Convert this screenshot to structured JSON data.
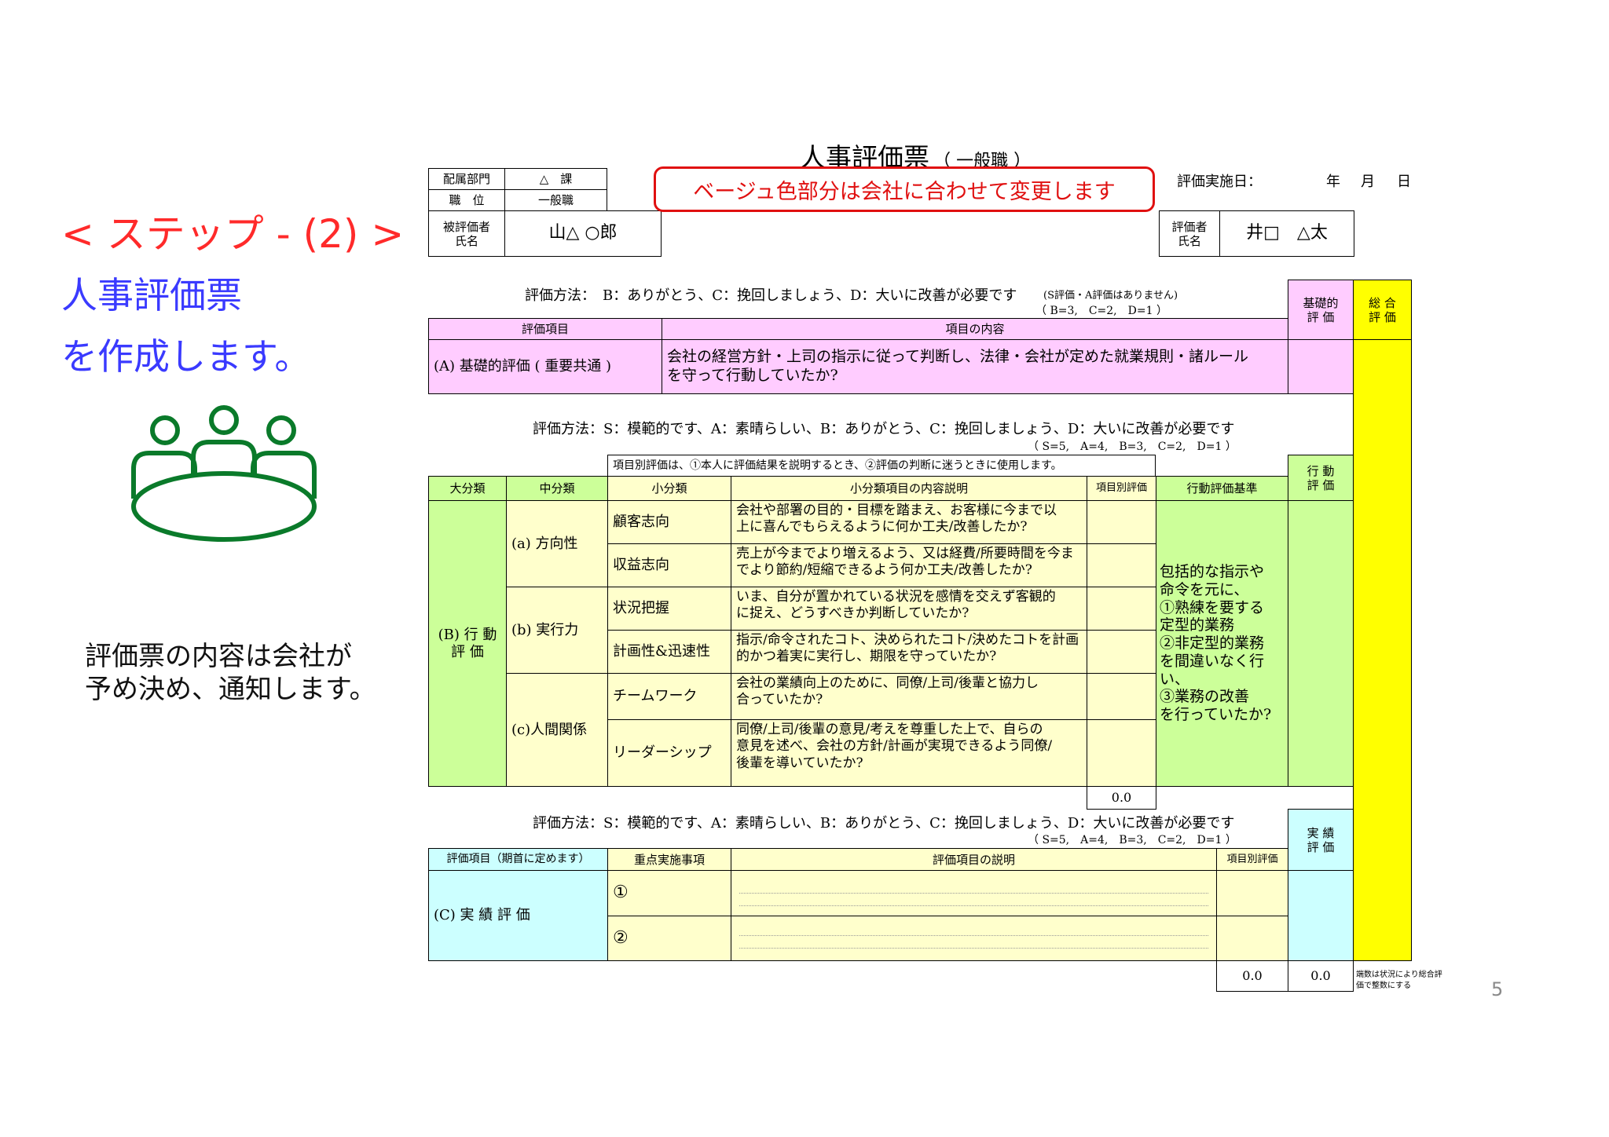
{
  "left_panel": {
    "step_title": "< ステップ - (2) >",
    "heading_line1": "人事評価票",
    "heading_line2": "を作成します。",
    "icon": "meeting-icon",
    "note_line1": "評価票の内容は会社が",
    "note_line2": "予め決め、通知します。"
  },
  "form": {
    "title": "人事評価票",
    "title_suffix": "（ 一般職 ）",
    "callout": "ベージュ色部分は会社に合わせて変更します",
    "header": {
      "dept_label": "配属部門",
      "dept_value": "△　課",
      "position_label": "職　位",
      "position_value": "一般職",
      "evaluee_label1": "被評価者",
      "evaluee_label2": "氏名",
      "evaluee_value": "山△ ○郎",
      "date_label": "評価実施日：",
      "date_year": "年",
      "date_month": "月",
      "date_day": "日",
      "evaluator_label1": "評価者",
      "evaluator_label2": "氏名",
      "evaluator_value": "井□　△太"
    },
    "section_a": {
      "method": "評価方法：　B：ありがとう、C：挽回しましょう、D：大いに改善が必要です",
      "method_note": "(S評価・A評価はありません)",
      "scale": "（ B=3,　C=2,　D=1 ）",
      "col_item": "評価項目",
      "col_content": "項目の内容",
      "col_basic_1": "基礎的",
      "col_basic_2": "評 価",
      "col_total_1": "総 合",
      "col_total_2": "評 価",
      "row_item": "(A) 基礎的評価 ( 重要共通 )",
      "row_content_1": "会社の経営方針・上司の指示に従って判断し、法律・会社が定めた就業規則・諸ルール",
      "row_content_2": "を守って行動していたか?"
    },
    "section_b": {
      "method": "評価方法：S：模範的です、A：素晴らしい、B：ありがとう、C：挽回しましょう、D：大いに改善が必要です",
      "scale": "（ S=5,　A=4,　B=3,　C=2,　D=1 ）",
      "note": "項目別評価は、①本人に評価結果を説明するとき、②評価の判断に迷うときに使用します。",
      "col_action_1": "行 動",
      "col_action_2": "評 価",
      "col_major": "大分類",
      "col_middle": "中分類",
      "col_minor": "小分類",
      "col_desc": "小分類項目の内容説明",
      "col_itemeval": "項目別評価",
      "col_criteria": "行動評価基準",
      "major_1": "(B) 行 動",
      "major_2": "評 価",
      "groups": [
        {
          "middle": "(a) 方向性"
        },
        {
          "middle": "(b) 実行力"
        },
        {
          "middle": "(c)人間関係"
        }
      ],
      "rows": [
        {
          "minor": "顧客志向",
          "d1": "会社や部署の目的・目標を踏まえ、お客様に今まで以",
          "d2": "上に喜んでもらえるように何か工夫/改善したか?",
          "d3": ""
        },
        {
          "minor": "収益志向",
          "d1": "売上が今までより増えるよう、又は経費/所要時間を今ま",
          "d2": "でより節約/短縮できるよう何か工夫/改善したか?",
          "d3": ""
        },
        {
          "minor": "状況把握",
          "d1": "いま、自分が置かれている状況を感情を交えず客観的",
          "d2": "に捉え、どうすべきか判断していたか?",
          "d3": ""
        },
        {
          "minor": "計画性&迅速性",
          "d1": "指示/命令されたコト、決められたコト/決めたコトを計画",
          "d2": "的かつ着実に実行し、期限を守っていたか?",
          "d3": ""
        },
        {
          "minor": "チームワーク",
          "d1": "会社の業績向上のために、同僚/上司/後輩と協力し",
          "d2": "合っていたか?",
          "d3": ""
        },
        {
          "minor": "リーダーシップ",
          "d1": "同僚/上司/後輩の意見/考えを尊重した上で、自らの",
          "d2": "意見を述べ、会社の方針/計画が実現できるよう同僚/",
          "d3": "後輩を導いていたか?"
        }
      ],
      "criteria": [
        "包括的な指示や",
        "命令を元に、",
        "①熟練を要する",
        "定型的業務",
        "②非定型的業務",
        "を間違いなく行",
        "い、",
        "③業務の改善",
        "を行っていたか?"
      ],
      "subtotal": "0.0"
    },
    "section_c": {
      "method": "評価方法：S：模範的です、A：素晴らしい、B：ありがとう、C：挽回しましょう、D：大いに改善が必要です",
      "scale": "（ S=5,　A=4,　B=3,　C=2,　D=1 ）",
      "col_results_1": "実 績",
      "col_results_2": "評 価",
      "col_item": "評価項目（期首に定めます）",
      "col_focus": "重点実施事項",
      "col_desc": "評価項目の説明",
      "col_itemeval": "項目別評価",
      "row_item": "(C) 実 績 評 価",
      "mark_1": "①",
      "mark_2": "②",
      "subtotal_1": "0.0",
      "subtotal_2": "0.0",
      "footnote_1": "端数は状況により総合評",
      "footnote_2": "価で整数にする"
    }
  },
  "page_number": "5",
  "colors": {
    "step_red": "#ff2a2a",
    "heading_blue": "#3a3aff",
    "icon_green": "#0a7a2a",
    "callout_red": "#e01010",
    "pink": "#ffccff",
    "green": "#ccff99",
    "beige": "#ffffcc",
    "cyan": "#ccffff",
    "yellow": "#ffff00"
  }
}
